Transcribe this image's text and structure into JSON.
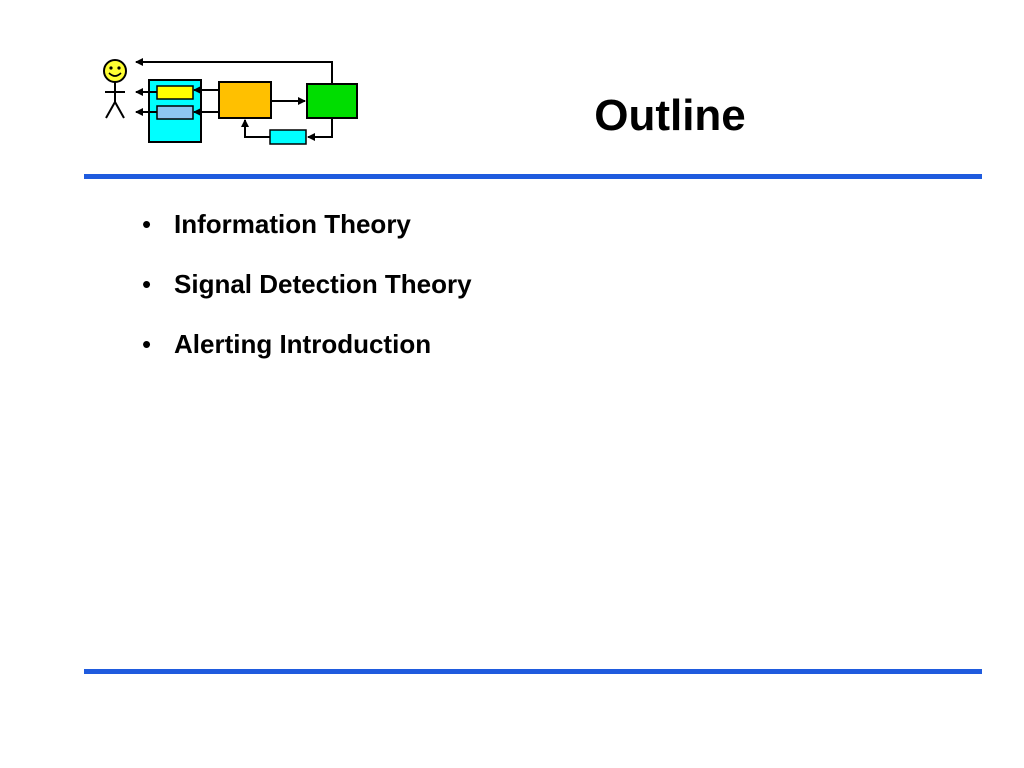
{
  "slide": {
    "title": "Outline",
    "bullets": [
      {
        "label": "Information Theory"
      },
      {
        "label": "Signal Detection Theory"
      },
      {
        "label": "Alerting Introduction"
      }
    ],
    "bullet_glyph": "•"
  },
  "colors": {
    "rule": "#1f5bde",
    "logo_cyan": "#00ffff",
    "logo_yellow": "#ffff00",
    "logo_orange": "#ffc000",
    "logo_green": "#00dd00",
    "logo_face": "#ffff33"
  },
  "logo": {
    "icons": [
      "person-icon",
      "display-block-icon",
      "controller-block-icon",
      "system-block-icon",
      "sensor-block-icon"
    ]
  }
}
